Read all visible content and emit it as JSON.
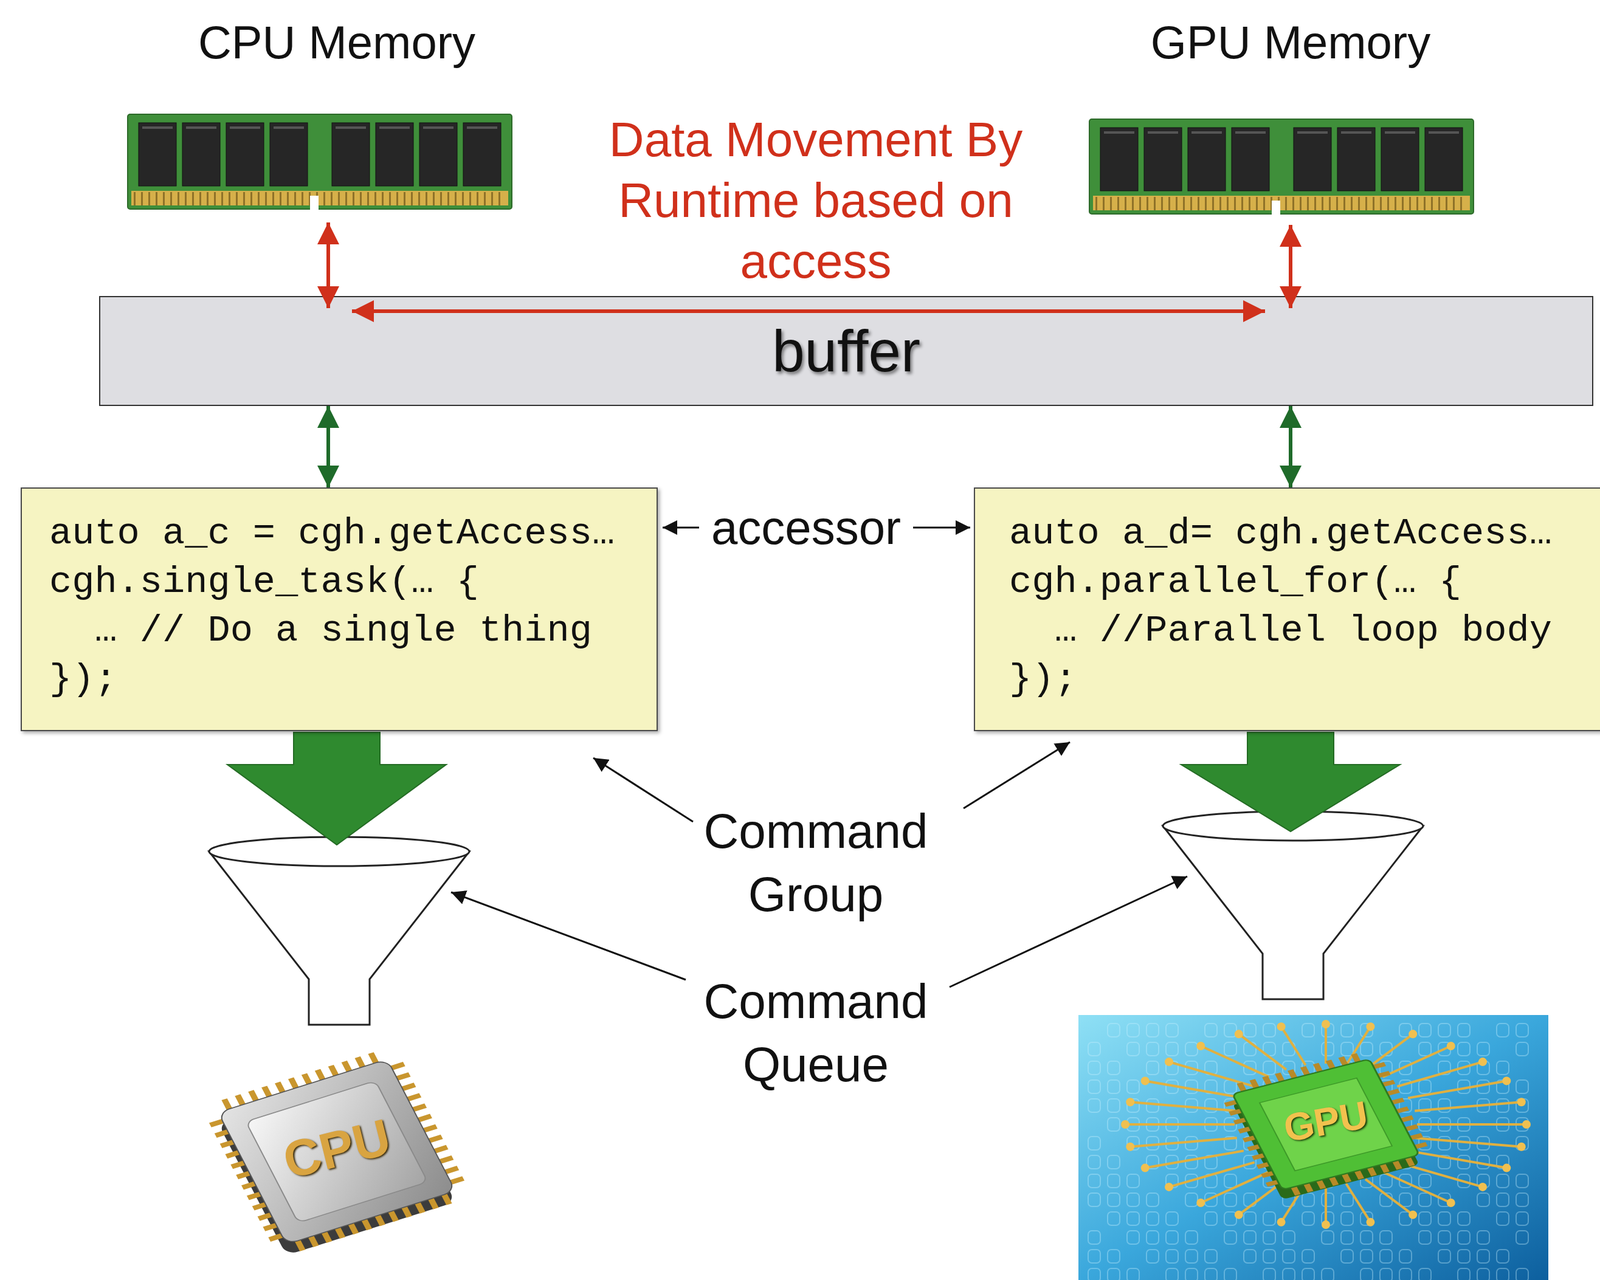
{
  "diagram": {
    "nodes": [
      {
        "text": [
          "buffer"
        ]
      },
      {
        "text": [
          "auto a_c = cgh.getAccess…",
          "cgh.single_task(… {",
          "… // Do a single thing",
          "});"
        ]
      },
      {
        "text": [
          "auto a_d= cgh.getAccess…",
          "cgh.parallel_for(… {",
          "… //Parallel loop body",
          "});"
        ]
      }
    ],
    "edges": [
      {
        "from": 1,
        "to": 0,
        "arrow": "both"
      },
      {
        "from": 2,
        "to": 0,
        "arrow": "both"
      }
    ],
    "labels": [
      "CPU Memory",
      "GPU Memory",
      "Data Movement By Runtime based on access",
      "accessor",
      "Command Group",
      "Command Queue",
      "CPU",
      "GPU"
    ]
  }
}
